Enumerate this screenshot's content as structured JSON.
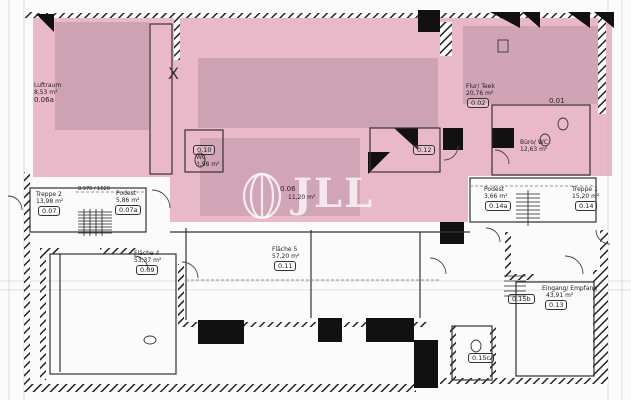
{
  "rooms": [
    {
      "key": "luftraum",
      "name": "Luftraum",
      "area": "8,53 m²",
      "code": "0.06a"
    },
    {
      "key": "flur_teek",
      "name": "Flur/ Teek",
      "area": "20,76 m²",
      "code": "0.02"
    },
    {
      "key": "wc",
      "name": "WC",
      "area": "3,98 m²",
      "code": "0.10"
    },
    {
      "key": "room_012",
      "name": "",
      "area": "",
      "code": "0.12"
    },
    {
      "key": "room_001",
      "name": "",
      "area": "",
      "code": "0.01"
    },
    {
      "key": "buero_wc",
      "name": "Büro/ WC",
      "area": "12,63 m²",
      "code": ""
    },
    {
      "key": "room_006",
      "name": "",
      "area": "11,20 m²",
      "code": "0.06"
    },
    {
      "key": "treppe2",
      "name": "Treppe 2",
      "area": "13,98 m²",
      "code": "0.07"
    },
    {
      "key": "podest_left",
      "name": "Podest",
      "area": "5,86 m²",
      "code": "0.07a"
    },
    {
      "key": "podest_right",
      "name": "Podest",
      "area": "3,66 m²",
      "code": "0.14a"
    },
    {
      "key": "treppe1",
      "name": "Treppe 1",
      "area": "15,20 m²",
      "code": "0.14"
    },
    {
      "key": "flaeche4",
      "name": "Fläche 4",
      "area": "53,37 m²",
      "code": "0.09"
    },
    {
      "key": "flaeche5",
      "name": "Fläche 5",
      "area": "57,20 m²",
      "code": "0.11"
    },
    {
      "key": "room_015",
      "name": "",
      "area": "",
      "code": "0.15b"
    },
    {
      "key": "eingang",
      "name": "Eingang/ Empfang",
      "area": "43,91 m²",
      "code": "0.13"
    },
    {
      "key": "room_015c",
      "name": "",
      "area": "",
      "code": "0.15c"
    }
  ],
  "misc": {
    "dim_left": "8.970 / 1620",
    "big_x": "X"
  },
  "watermark": {
    "text": "JLL"
  }
}
